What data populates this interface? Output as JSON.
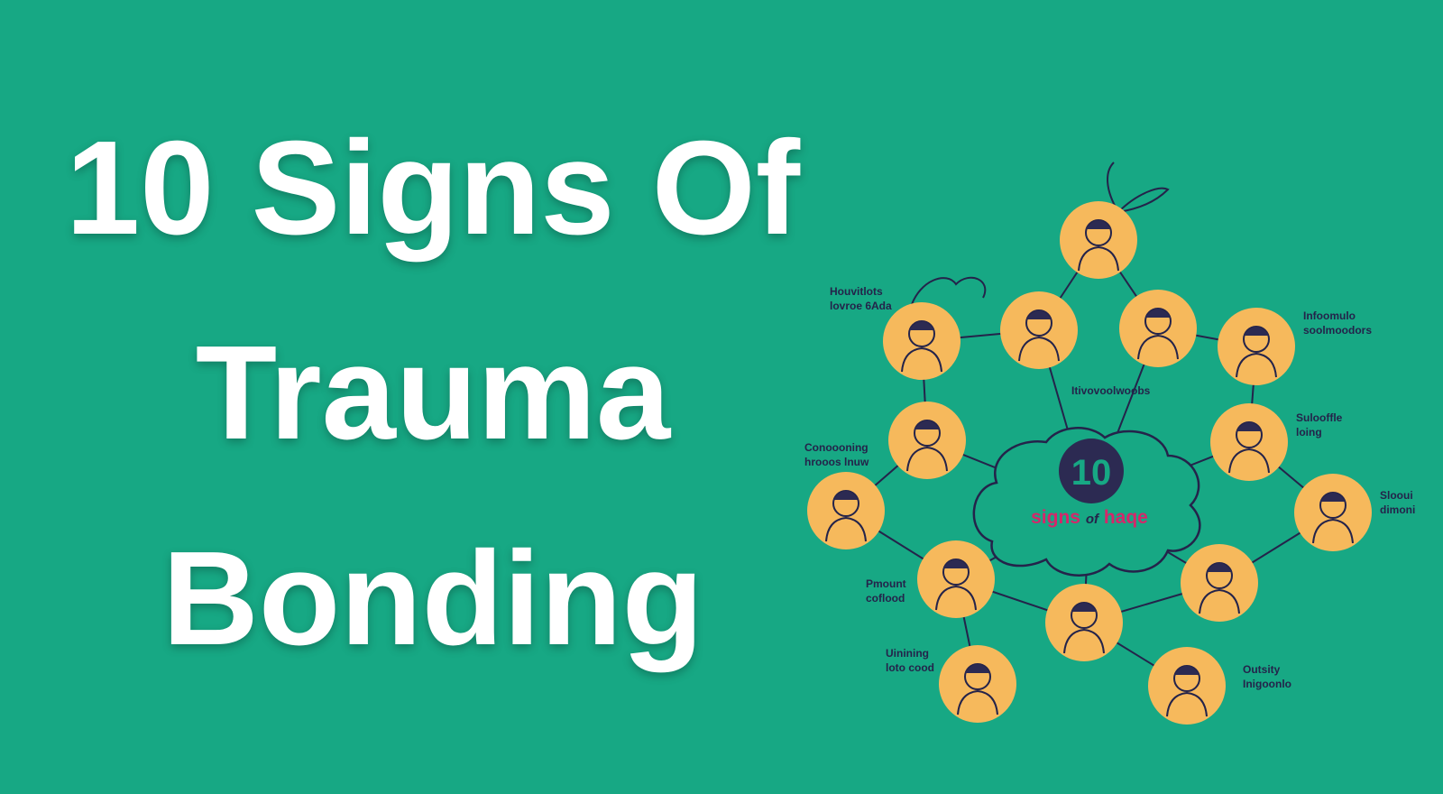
{
  "headline": {
    "line1": "10 Signs Of",
    "line2": "Trauma",
    "line3": "Bonding"
  },
  "illustration": {
    "center_number": "10",
    "center_caption_a": "signs",
    "center_caption_b": "of",
    "center_caption_c": "haqe",
    "labels": [
      [
        "Houvitlots",
        "lovroe 6Ada"
      ],
      [
        "Infoomulo",
        "soolmoodors"
      ],
      [
        "Itivovoolwoobs",
        ""
      ],
      [
        "Sulooffle",
        "loing"
      ],
      [
        "Conoooning",
        "hrooos lnuw"
      ],
      [
        "Slooui",
        "dimoni"
      ],
      [
        "Pmount",
        "coflood"
      ],
      [
        "Uinining",
        "loto cood"
      ],
      [
        "Outsity",
        "Inigoonlo"
      ]
    ]
  },
  "colors": {
    "background": "#17a884",
    "circle": "#f6b95c",
    "ink": "#24234a",
    "accent": "#d6266a"
  }
}
